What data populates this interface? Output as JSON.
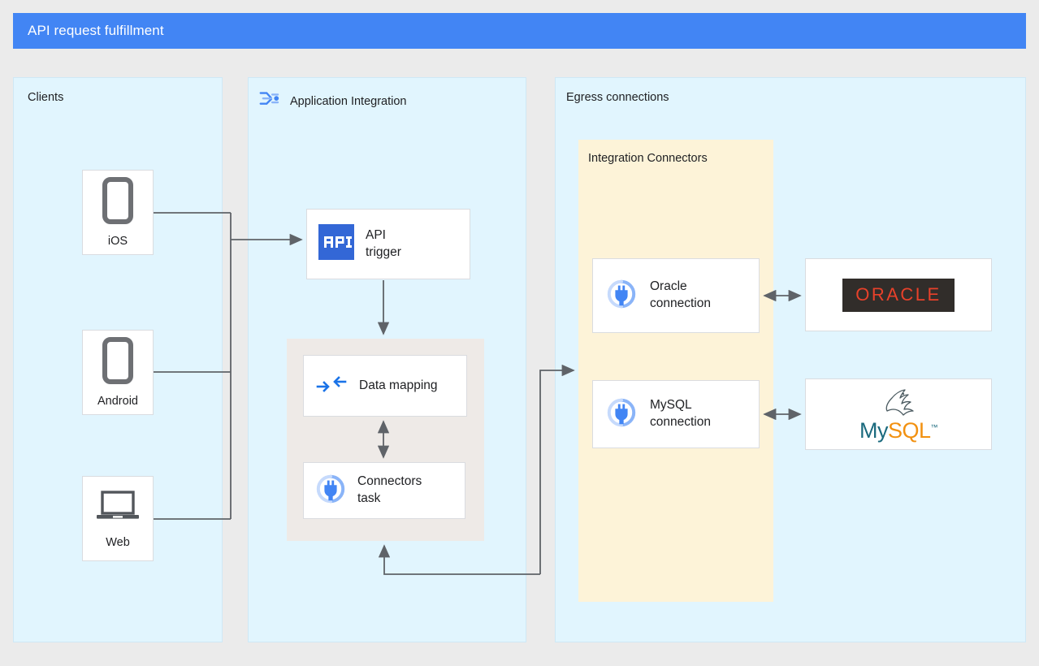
{
  "header": {
    "title": "API request fulfillment",
    "bar_color": "#4285f4"
  },
  "page": {
    "background": "#ebebeb"
  },
  "panels": {
    "clients": {
      "label": "Clients",
      "background": "#e1f5fe"
    },
    "application_integration": {
      "label": "Application Integration",
      "icon": "application-integration-icon",
      "background": "#e1f5fe"
    },
    "egress": {
      "label": "Egress connections",
      "background": "#e1f5fe"
    },
    "integration_connectors": {
      "label": "Integration Connectors",
      "background": "#fdf3d8"
    }
  },
  "clients": [
    {
      "label": "iOS",
      "icon": "mobile-phone-icon"
    },
    {
      "label": "Android",
      "icon": "mobile-phone-icon"
    },
    {
      "label": "Web",
      "icon": "laptop-icon"
    }
  ],
  "integration_tasks": [
    {
      "label": "API\ntrigger",
      "icon": "api-trigger-icon"
    },
    {
      "label": "Data mapping",
      "icon": "data-mapping-icon"
    },
    {
      "label": "Connectors\ntask",
      "icon": "connectors-plug-icon"
    }
  ],
  "connections": [
    {
      "label": "Oracle\nconnection",
      "icon": "connectors-plug-icon"
    },
    {
      "label": "MySQL\nconnection",
      "icon": "connectors-plug-icon"
    }
  ],
  "backends": [
    {
      "name": "oracle-logo",
      "text": "ORACLE",
      "text_color": "#e8412a",
      "background": "#312d2a"
    },
    {
      "name": "mysql-logo",
      "text_primary": "My",
      "text_secondary": "SQL",
      "trademark": "™",
      "primary_color": "#1b6a7e",
      "secondary_color": "#f29111"
    }
  ],
  "colors": {
    "accent_blue": "#4285f4",
    "panel_blue": "#e1f5fe",
    "connectors_yellow": "#fdf3d8",
    "group_beige": "#eeeae7",
    "wire_gray": "#5f6368",
    "card_border": "#dadce0",
    "device_gray": "#6e7074"
  }
}
